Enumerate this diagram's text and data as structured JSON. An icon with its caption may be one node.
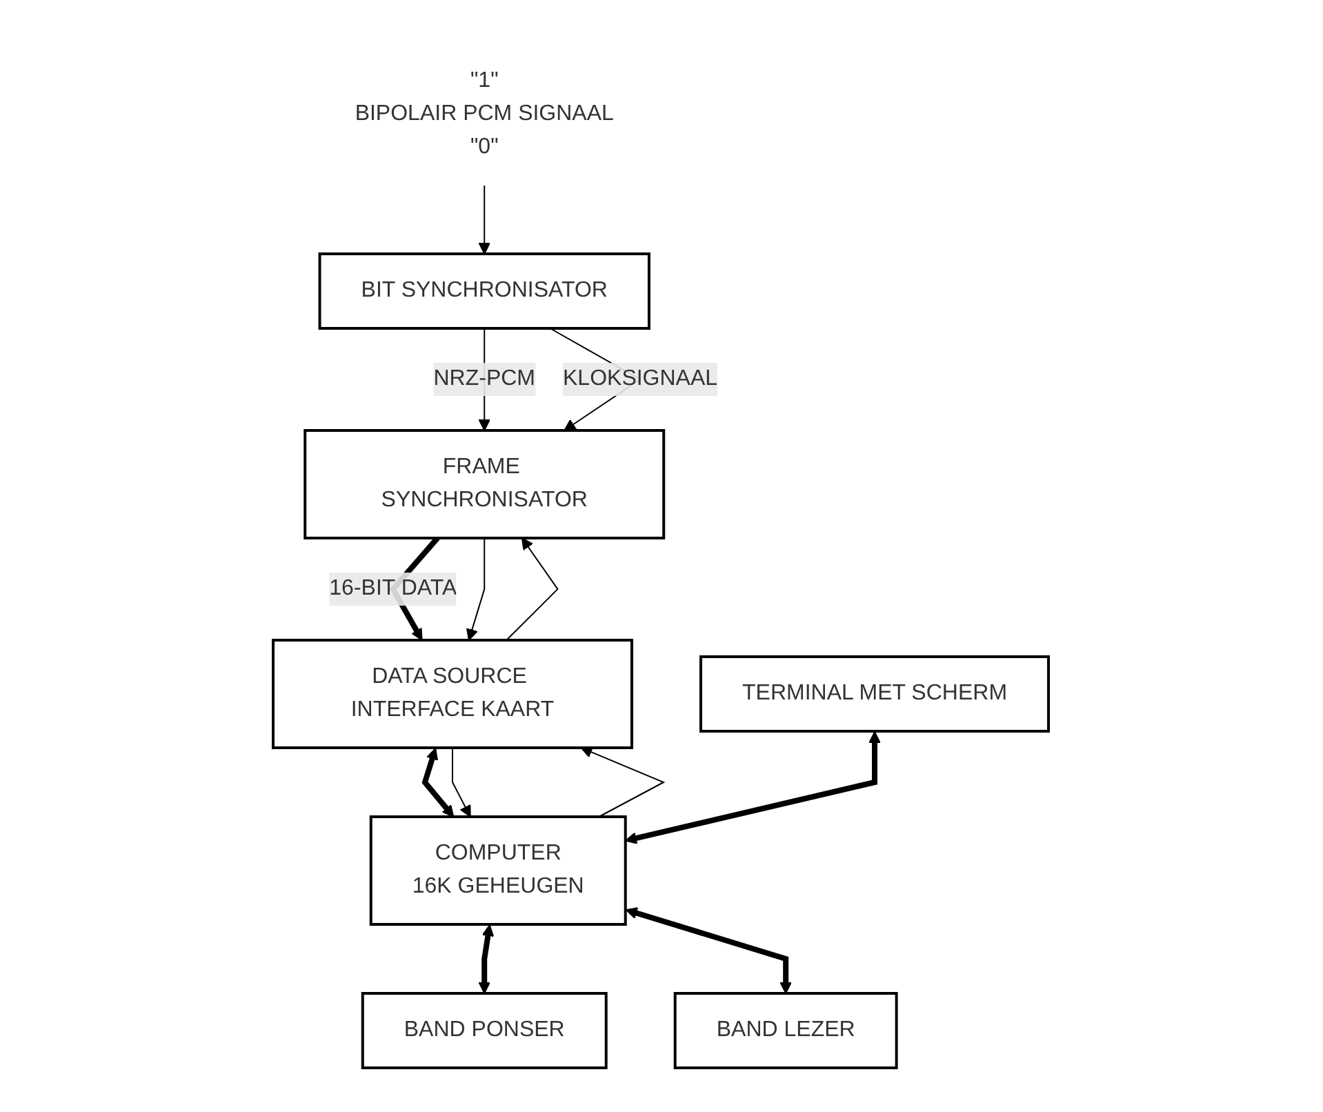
{
  "diagram": {
    "nodes": [
      {
        "text": [
          "\"1\"",
          "BIPOLAIR PCM SIGNAAL",
          "\"0\""
        ]
      },
      {
        "text": [
          "BIT SYNCHRONISATOR"
        ]
      },
      {
        "text": [
          "FRAME SYNCHRONISATOR"
        ]
      },
      {
        "text": [
          "DATA SOURCE INTERFACE KAART"
        ]
      },
      {
        "text": [
          "COMPUTER",
          "16K GEHEUGEN"
        ]
      },
      {
        "text": [
          "TERMINAL MET SCHERM"
        ]
      },
      {
        "text": [
          "BAND PONSER"
        ]
      },
      {
        "text": [
          "BAND LEZER"
        ]
      }
    ],
    "edges": [
      {
        "from": 0,
        "to": 1,
        "arrow": "to"
      },
      {
        "from": 1,
        "to": 2,
        "arrow": "to",
        "label": "NRZ-PCM"
      },
      {
        "from": 1,
        "to": 2,
        "arrow": "to",
        "label": "KLOKSIGNAAL"
      },
      {
        "from": 2,
        "to": 3,
        "arrow": "to",
        "label": "16-BIT DATA",
        "style": "thick"
      },
      {
        "from": 2,
        "to": 3,
        "arrow": "to"
      },
      {
        "from": 3,
        "to": 2,
        "arrow": "to"
      },
      {
        "from": 3,
        "to": 4,
        "arrow": "both",
        "style": "thick"
      },
      {
        "from": 3,
        "to": 4,
        "arrow": "to"
      },
      {
        "from": 4,
        "to": 3,
        "arrow": "to"
      },
      {
        "from": 5,
        "to": 4,
        "arrow": "both",
        "style": "thick"
      },
      {
        "from": 4,
        "to": 6,
        "arrow": "both",
        "style": "thick"
      },
      {
        "from": 4,
        "to": 7,
        "arrow": "both",
        "style": "thick"
      }
    ]
  }
}
